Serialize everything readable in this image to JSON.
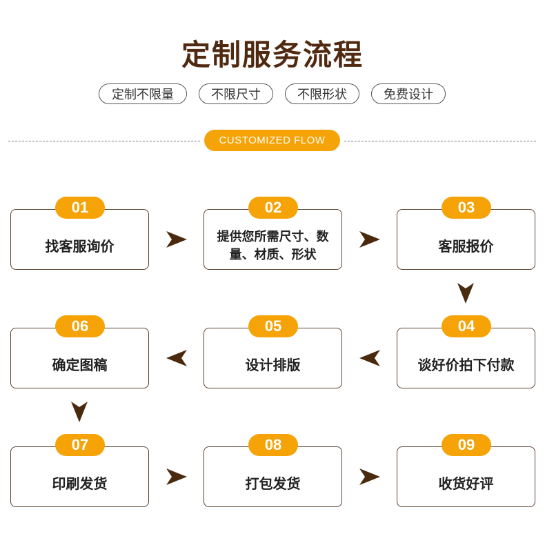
{
  "title": "定制服务流程",
  "tags": [
    "定制不限量",
    "不限尺寸",
    "不限形状",
    "免费设计"
  ],
  "flow_label": "CUSTOMIZED FLOW",
  "steps": [
    {
      "num": "01",
      "text": "找客服询价"
    },
    {
      "num": "02",
      "text": "提供您所需尺寸、数量、材质、形状"
    },
    {
      "num": "03",
      "text": "客服报价"
    },
    {
      "num": "04",
      "text": "谈好价拍下付款"
    },
    {
      "num": "05",
      "text": "设计排版"
    },
    {
      "num": "06",
      "text": "确定图稿"
    },
    {
      "num": "07",
      "text": "印刷发货"
    },
    {
      "num": "08",
      "text": "打包发货"
    },
    {
      "num": "09",
      "text": "收货好评"
    }
  ],
  "colors": {
    "accent": "#f5a306",
    "title": "#4f2a10",
    "arrow": "#4a2a0e"
  }
}
